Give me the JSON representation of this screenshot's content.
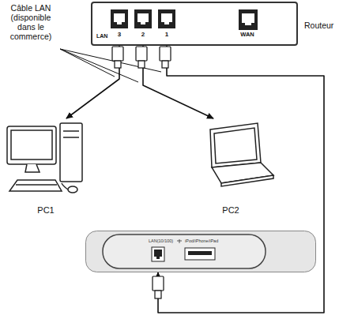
{
  "diagram": {
    "nodes": [
      {
        "text": [
          "LAN",
          "WAN",
          "Routeur"
        ]
      },
      {
        "text": [
          "3"
        ],
        "in": 0
      },
      {
        "text": [
          "2"
        ],
        "in": 0
      },
      {
        "text": [
          "1"
        ],
        "in": 0
      },
      {
        "text": [
          "PC1"
        ]
      },
      {
        "text": [
          "PC2"
        ]
      },
      {
        "text": [
          "LAN(10/100)",
          "iPod/iPhone/iPad"
        ]
      }
    ],
    "edges": [
      {
        "from": 1,
        "to": 4,
        "arrow": "to"
      },
      {
        "from": 2,
        "to": 5,
        "arrow": "to"
      },
      {
        "from": 3,
        "to": 6,
        "arrow": "to"
      }
    ],
    "labels": [
      "Câble LAN (disponible dans le commerce)"
    ]
  }
}
